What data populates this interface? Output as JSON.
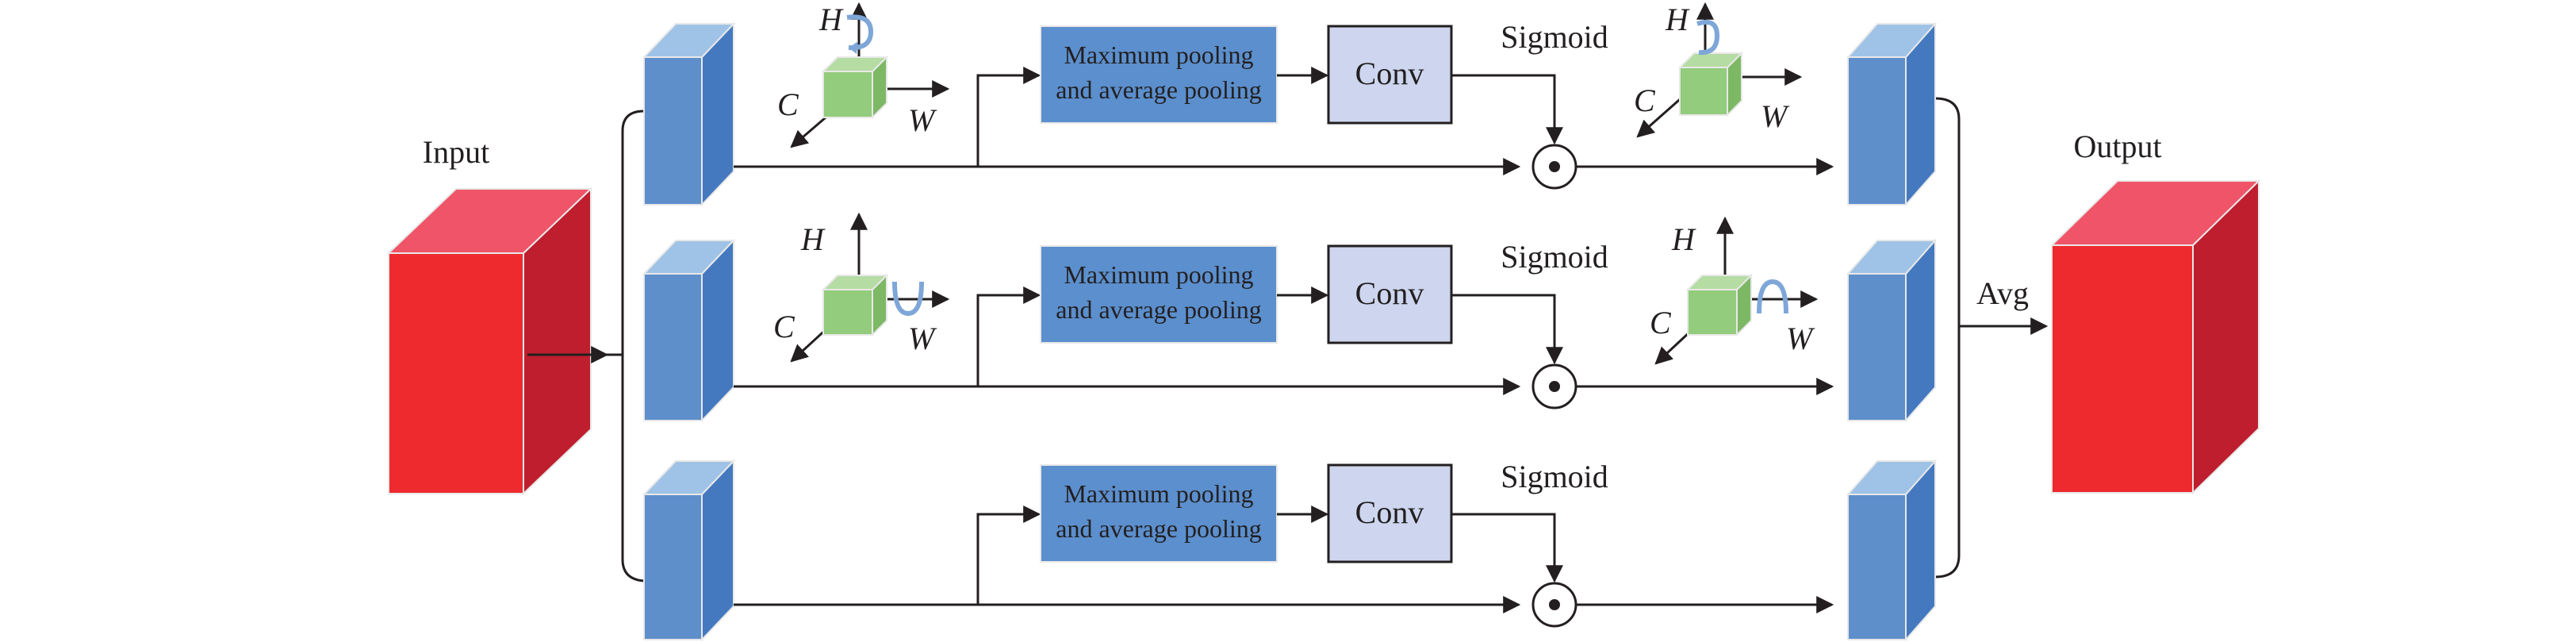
{
  "input_label": "Input",
  "output_label": "Output",
  "avg_label": "Avg",
  "branches": [
    {
      "pool_line1": "Maximum pooling",
      "pool_line2": "and average pooling",
      "conv": "Conv",
      "sigmoid": "Sigmoid",
      "rotation": "about-H"
    },
    {
      "pool_line1": "Maximum pooling",
      "pool_line2": "and average pooling",
      "conv": "Conv",
      "sigmoid": "Sigmoid",
      "rotation": "about-W"
    },
    {
      "pool_line1": "Maximum pooling",
      "pool_line2": "and average pooling",
      "conv": "Conv",
      "sigmoid": "Sigmoid",
      "rotation": "none"
    }
  ],
  "axes": {
    "h": "H",
    "c": "C",
    "w": "W"
  },
  "colors": {
    "input_front": "#ee2a2f",
    "input_side": "#be1e2d",
    "input_top": "#f05468",
    "feature_front": "#5e8fcb",
    "feature_side": "#4479c0",
    "feature_top": "#9fc3e6",
    "pool_fill": "#5b8fcd",
    "conv_fill": "#cdd6ee",
    "cube": "#93cc7c",
    "rotation_arrow": "#7ea7d8"
  }
}
